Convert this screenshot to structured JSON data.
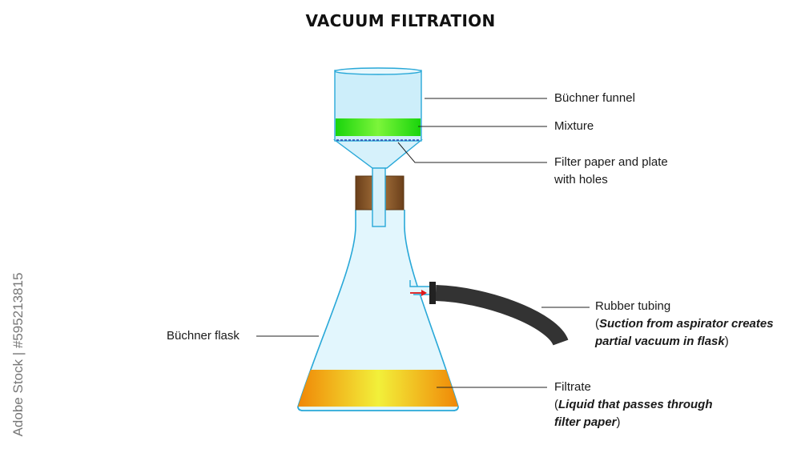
{
  "title": "VACUUM FILTRATION",
  "labels": {
    "buchner_funnel": "Büchner funnel",
    "mixture": "Mixture",
    "filter_paper_line1": "Filter paper and plate",
    "filter_paper_line2": "with holes",
    "rubber_tubing": "Rubber tubing",
    "suction_open": "(",
    "suction_line1": "Suction from aspirator creates",
    "suction_line2": "partial vacuum in flask",
    "suction_close": ")",
    "buchner_flask": "Büchner flask",
    "filtrate": "Filtrate",
    "filtrate_open": "(",
    "filtrate_line1": "Liquid that passes through",
    "filtrate_line2": "filter paper",
    "filtrate_close": ")"
  },
  "watermark": "Adobe Stock | #595213815",
  "colors": {
    "glass": "#cdeefa",
    "glass_edge": "#29a8d8",
    "mixture": "#27e31a",
    "stopper": "#8a5a2b",
    "tubing": "#333333",
    "filtrate_edge": "#f07a00",
    "filtrate_center": "#f2f03a",
    "arrow": "#e01818"
  }
}
